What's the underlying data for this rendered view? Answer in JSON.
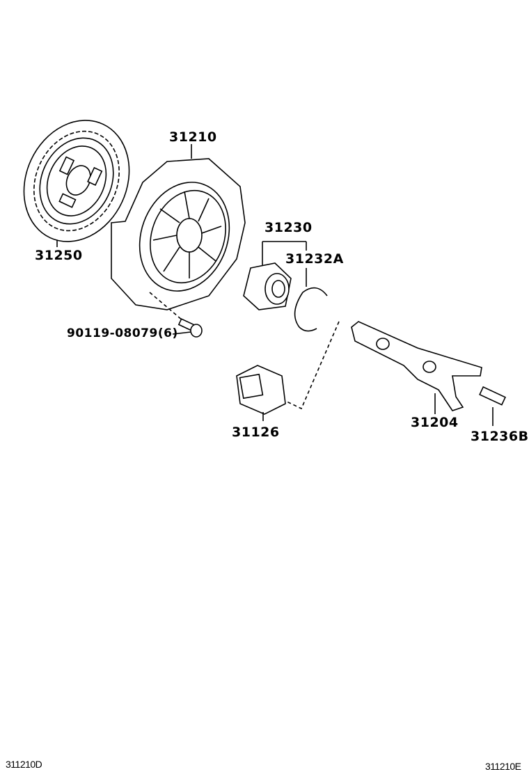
{
  "parts": [
    {
      "id": "clutch-disc",
      "label": "31250"
    },
    {
      "id": "clutch-cover",
      "label": "31210"
    },
    {
      "id": "release-bearing-assy",
      "label": "31230"
    },
    {
      "id": "bearing-clip",
      "label": "31232A"
    },
    {
      "id": "cover-bolt",
      "label": "90119-08079(6)"
    },
    {
      "id": "release-fork-boot",
      "label": "31126"
    },
    {
      "id": "release-fork",
      "label": "31204"
    },
    {
      "id": "fork-support",
      "label": "31236B"
    }
  ],
  "footer": {
    "left_code": "311210D",
    "right_code": "311210E"
  },
  "colors": {
    "line": "#000000",
    "background": "#ffffff"
  }
}
